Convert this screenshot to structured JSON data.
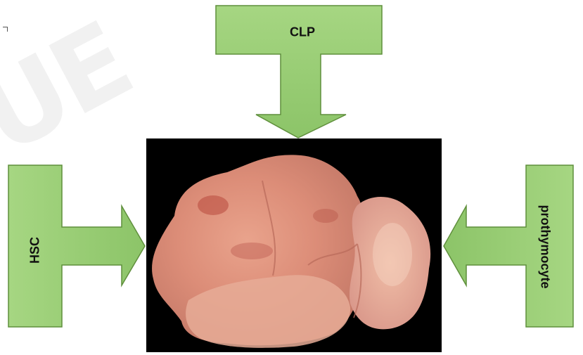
{
  "watermark": "UE",
  "labels": {
    "clp": "CLP",
    "hsc": "HSC",
    "prothymocyte": "prothymocyte"
  },
  "photo": {
    "subject": "thymus specimen on black background"
  },
  "colors": {
    "arrow_fill": "#9bd07a",
    "arrow_stroke": "#5f8f3c",
    "photo_background": "#000000"
  }
}
